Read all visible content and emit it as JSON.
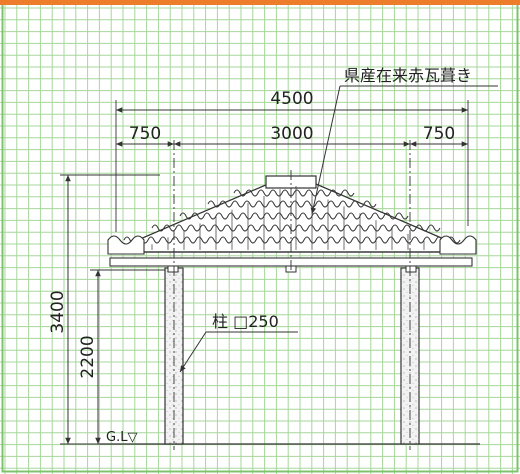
{
  "drawing": {
    "colors": {
      "top_band": "#ee7d2b",
      "grid": "#a6d79a",
      "grid_border": "#7cc36c",
      "line": "#333333"
    },
    "dimensions": {
      "overall_width": "4500",
      "left_eave": "750",
      "span": "3000",
      "right_eave": "750",
      "total_height": "3400",
      "column_height": "2200"
    },
    "labels": {
      "roof": "県産在来赤瓦葺き",
      "column": "柱 □250",
      "ground_level": "G.L▽"
    }
  }
}
